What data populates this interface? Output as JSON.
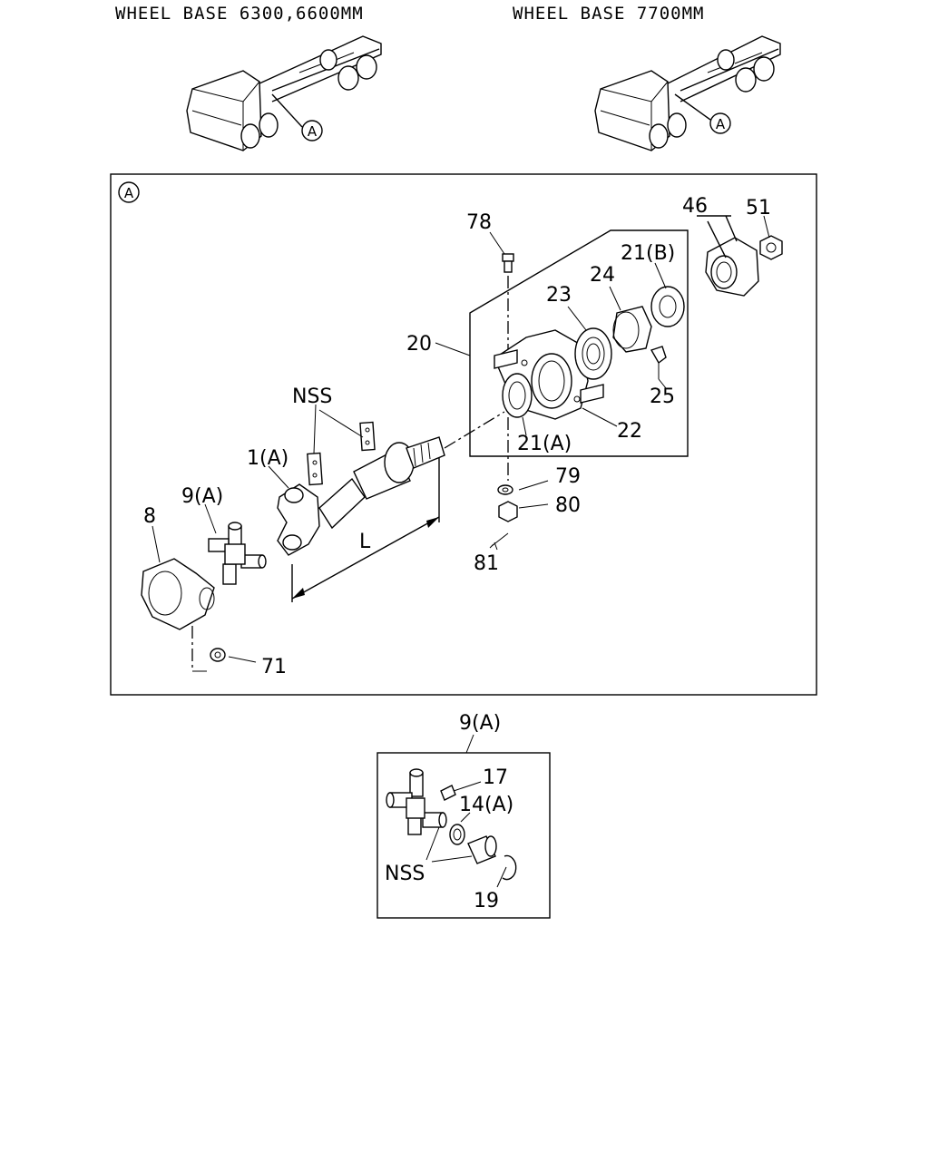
{
  "headers": {
    "left": "WHEEL BASE 6300,6600MM",
    "right": "WHEEL BASE 7700MM"
  },
  "callout_letter": "A",
  "main_panel": {
    "section_letter": "A",
    "parts": {
      "p78": "78",
      "p46": "46",
      "p51": "51",
      "p21b": "21(B)",
      "p24": "24",
      "p23": "23",
      "p20": "20",
      "p25": "25",
      "pnss": "NSS",
      "p22": "22",
      "p21a": "21(A)",
      "p1a": "1(A)",
      "p79": "79",
      "p9a": "9(A)",
      "p80": "80",
      "p8": "8",
      "pL": "L",
      "p81": "81",
      "p71": "71"
    }
  },
  "detail_panel": {
    "title": "9(A)",
    "parts": {
      "p17": "17",
      "p14a": "14(A)",
      "pnss": "NSS",
      "p19": "19"
    }
  },
  "icons": {
    "truck_left": "truck-chassis-icon",
    "truck_right": "truck-chassis-icon"
  }
}
